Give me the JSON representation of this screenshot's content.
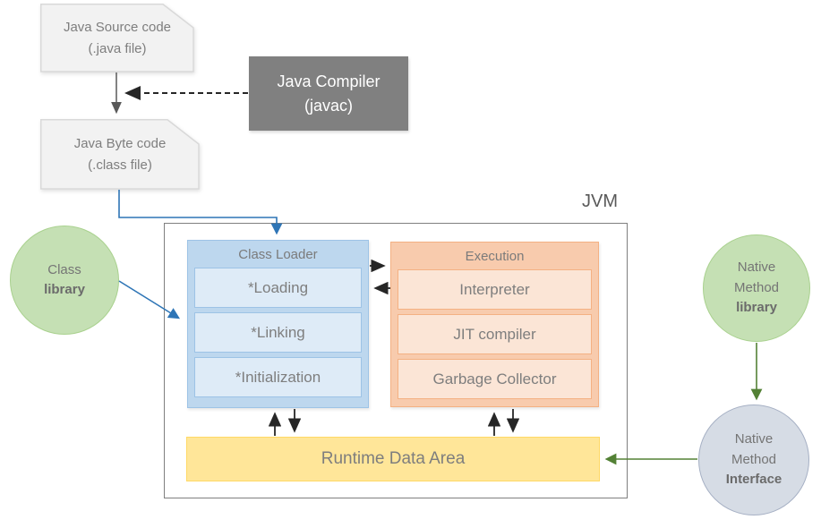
{
  "jvm_label": "JVM",
  "source_doc": {
    "line1": "Java Source code",
    "line2": "(.java file)"
  },
  "compiler": {
    "line1": "Java Compiler",
    "line2": "(javac)"
  },
  "bytecode_doc": {
    "line1": "Java Byte code",
    "line2": "(.class file)"
  },
  "class_library": {
    "line1": "Class",
    "line2": "library"
  },
  "class_loader": {
    "title": "Class Loader",
    "items": [
      "*Loading",
      "*Linking",
      "*Initialization"
    ]
  },
  "execution": {
    "title": "Execution",
    "items": [
      "Interpreter",
      "JIT compiler",
      "Garbage Collector"
    ]
  },
  "runtime_data_area": {
    "label": "Runtime Data Area"
  },
  "native_method_library": {
    "line1": "Native",
    "line2": "Method",
    "line3": "library"
  },
  "native_method_interface": {
    "line1": "Native",
    "line2": "Method",
    "line3": "Interface"
  },
  "colors": {
    "doc_fill": "#f2f2f2",
    "doc_border": "#d9d9d9",
    "compiler_fill": "#808080",
    "compiler_text": "#ffffff",
    "classloader_fill": "#bdd7ee",
    "classloader_item_fill": "#deebf7",
    "classloader_border": "#9dc3e6",
    "execution_fill": "#f8cbad",
    "execution_item_fill": "#fbe5d6",
    "execution_border": "#f4b183",
    "runtime_fill": "#ffe699",
    "runtime_border": "#ffd966",
    "library_circle_fill": "#c5e0b4",
    "library_circle_border": "#a9d18e",
    "interface_circle_fill": "#d6dce5",
    "jvm_border": "#7f7f7f",
    "arrow_blue": "#2e75b6",
    "arrow_green": "#538135",
    "arrow_black": "#262626",
    "text_gray": "#7e7e7e"
  }
}
